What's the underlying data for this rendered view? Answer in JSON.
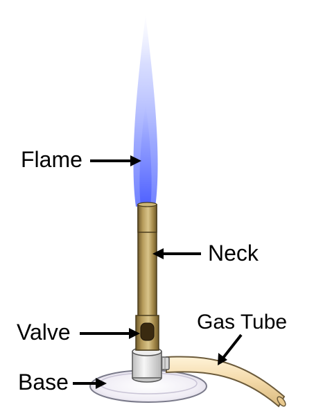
{
  "labels": {
    "flame": "Flame",
    "neck": "Neck",
    "valve": "Valve",
    "gas_tube": "Gas Tube",
    "base": "Base"
  },
  "colors": {
    "flame_outer": "#9aa8ff",
    "flame_inner": "#5f6fff",
    "brass": "#b59a5a",
    "brass_dark": "#6f5a2a",
    "brass_light": "#d9c48a",
    "tube": "#f3d9a8",
    "tube_outline": "#6b5a3a",
    "base_fill": "#f2f0f6",
    "collar": "#e6e6e6",
    "text": "#000000"
  }
}
